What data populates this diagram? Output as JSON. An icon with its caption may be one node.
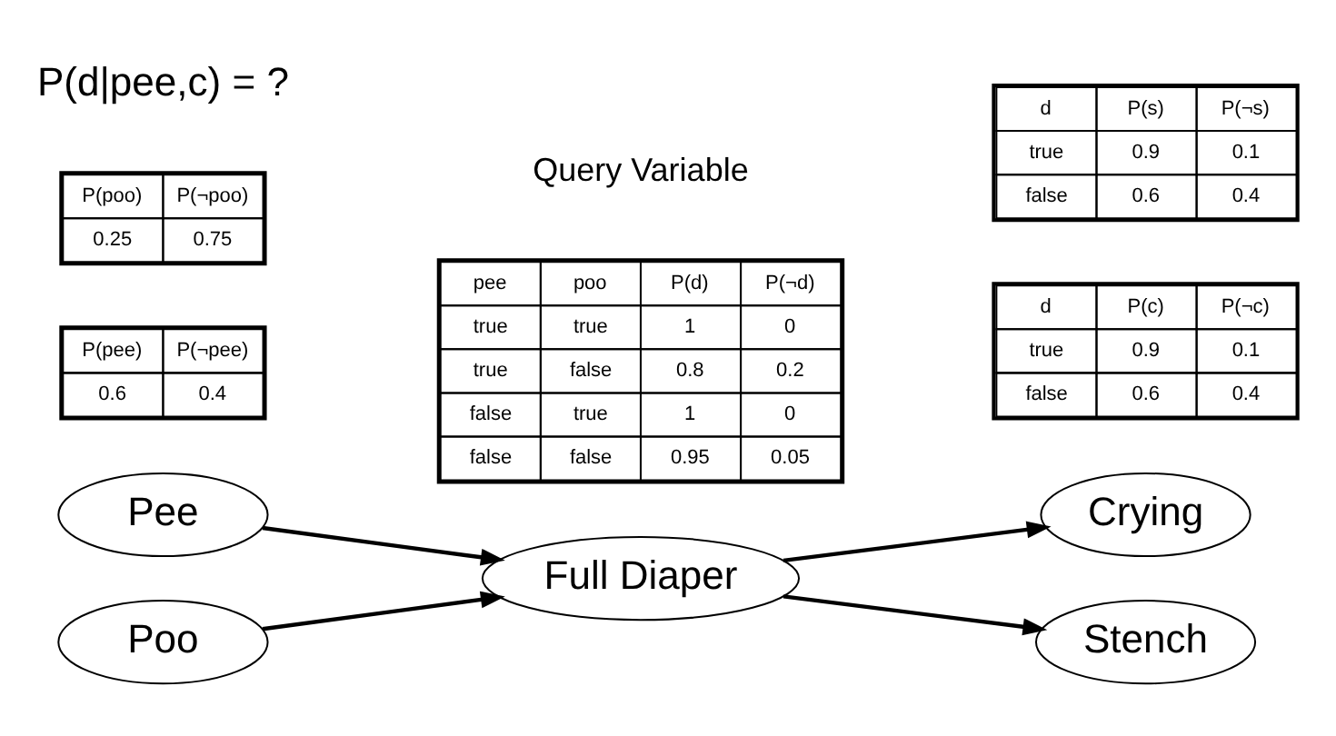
{
  "diagram": {
    "nodes": [
      {
        "text": [
          "Pee"
        ]
      },
      {
        "text": [
          "Poo"
        ]
      },
      {
        "text": [
          "Full Diaper"
        ]
      },
      {
        "text": [
          "Crying"
        ]
      },
      {
        "text": [
          "Stench"
        ]
      }
    ],
    "edges": [
      {
        "from": 0,
        "to": 2,
        "arrow": "to"
      },
      {
        "from": 1,
        "to": 2,
        "arrow": "to"
      },
      {
        "from": 2,
        "to": 3,
        "arrow": "to"
      },
      {
        "from": 2,
        "to": 4,
        "arrow": "to"
      }
    ],
    "labels": [
      "Query Variable",
      "P(pee)",
      "P(¬pee)",
      "0.6",
      "0.4",
      "d",
      "P(c)",
      "P(¬c)",
      "true",
      "0.9",
      "0.1",
      "false",
      "0.6",
      "0.4",
      "P(poo)",
      "P(¬poo)",
      "0.25",
      "0.75",
      "pee",
      "poo",
      "P(d)",
      "P(¬d)",
      "true",
      "true",
      "1",
      "0",
      "true",
      "false",
      "0.8",
      "0.2",
      "false",
      "true",
      "1",
      "0",
      "false",
      "false",
      "0.95",
      "0.05",
      "d",
      "P(s)",
      "P(¬s)",
      "true",
      "0.9",
      "0.1",
      "false",
      "0.6",
      "0.4",
      "P(d|pee,c) = ?"
    ]
  }
}
